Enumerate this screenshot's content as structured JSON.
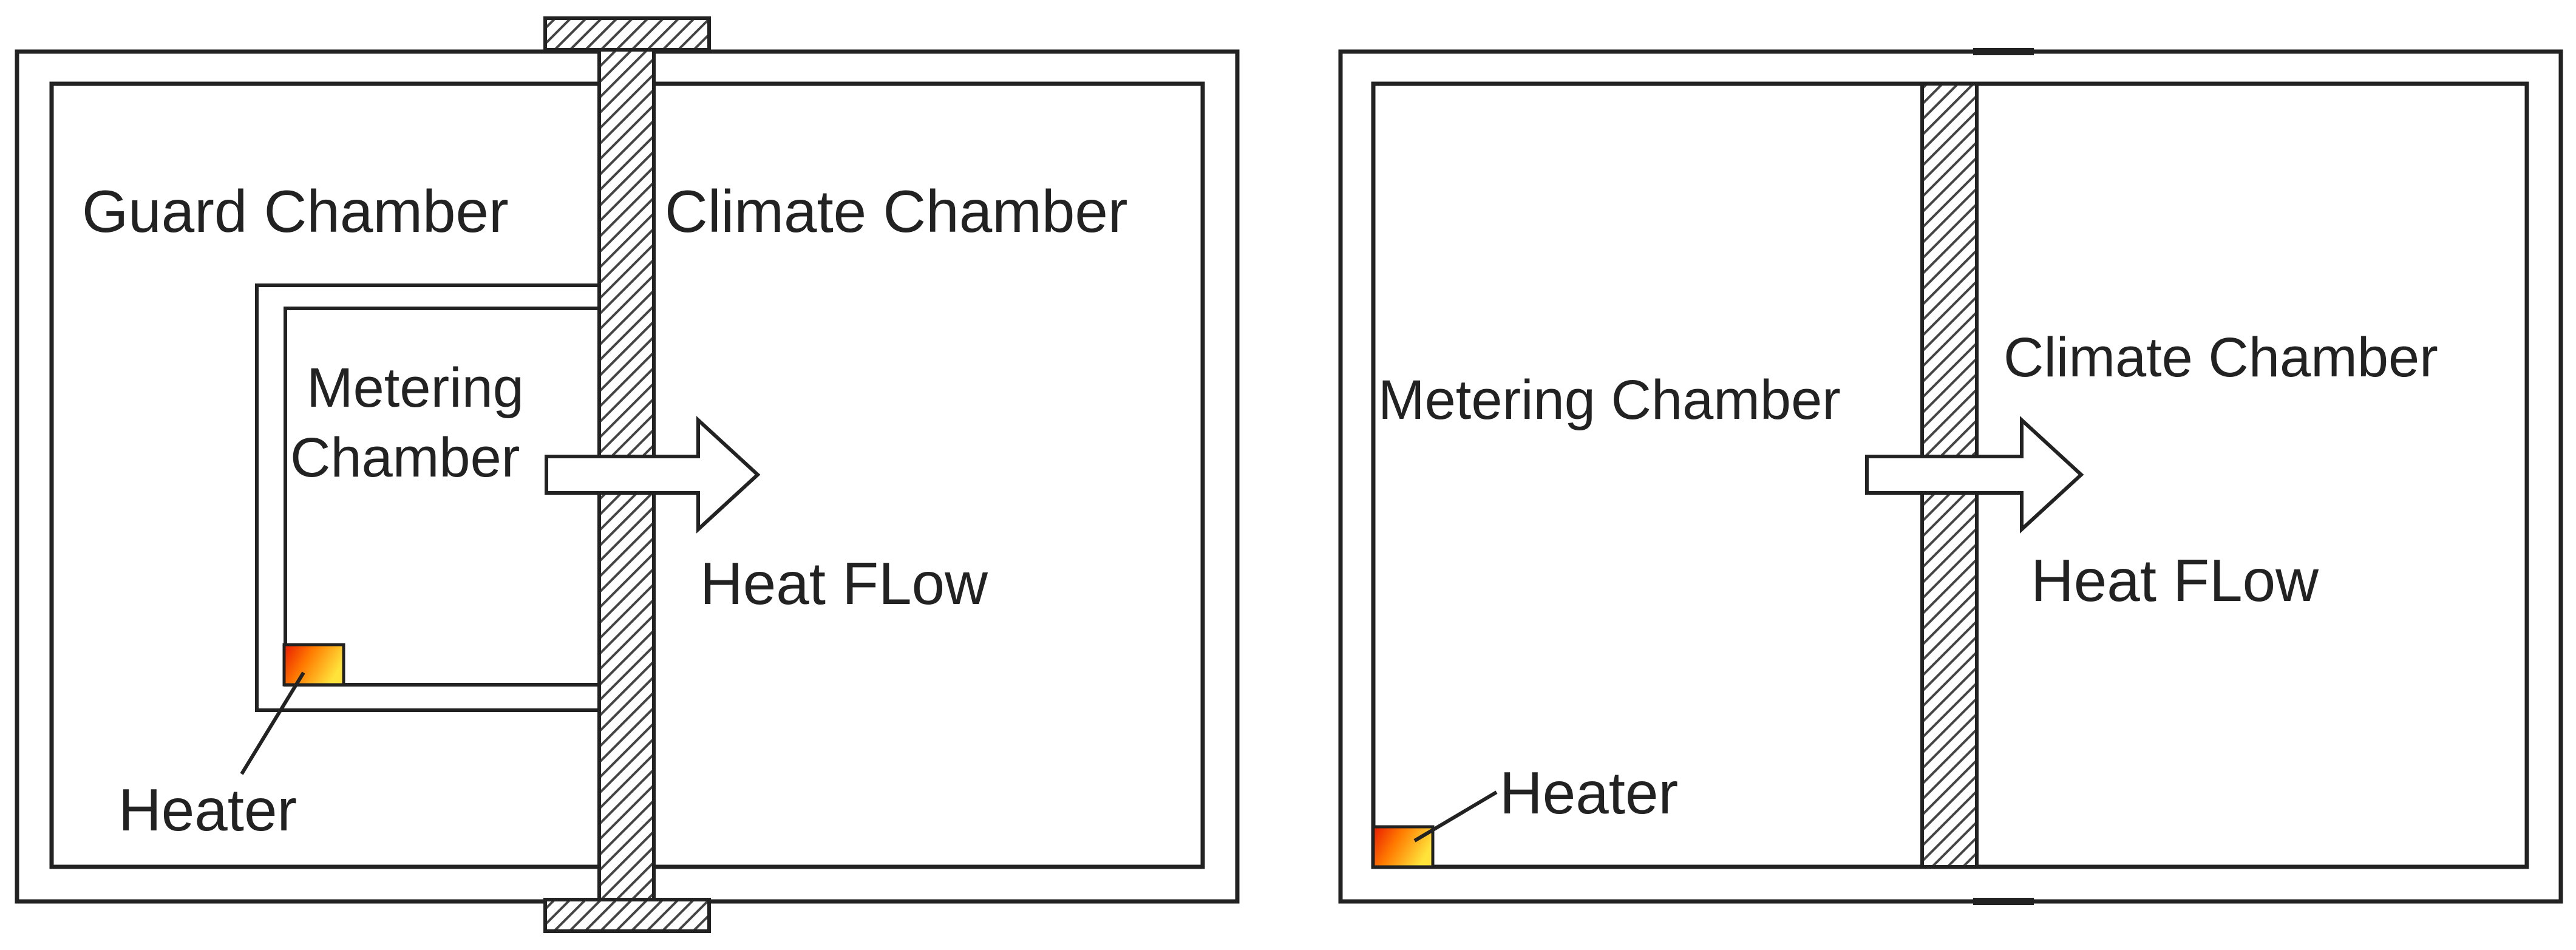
{
  "left_panel": {
    "guard_label": "Guard Chamber",
    "climate_label": "Climate Chamber",
    "metering_label_line1": "Metering",
    "metering_label_line2": "Chamber",
    "heat_flow_label": "Heat FLow",
    "heater_label": "Heater"
  },
  "right_panel": {
    "metering_label": "Metering Chamber",
    "climate_label": "Climate Chamber",
    "heat_flow_label": "Heat FLow",
    "heater_label": "Heater"
  },
  "colors": {
    "stroke": "#222222",
    "hatch": "#444444",
    "heater_hot": "#ff2200",
    "heater_warm": "#ffd21f"
  }
}
